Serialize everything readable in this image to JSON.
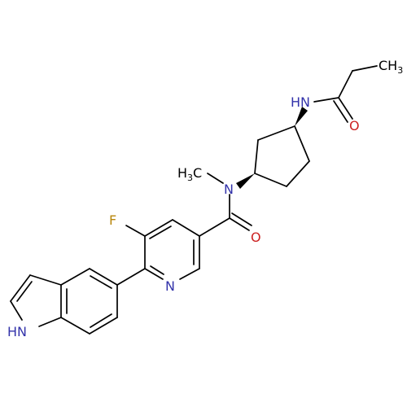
{
  "molecule": {
    "atom_labels": {
      "propyl_methyl": "CH",
      "propyl_methyl_subscript": "3",
      "amide_nh": "HN",
      "amide_o_top": "O",
      "n_methyl": "H",
      "n_methyl_subscript": "3",
      "n_methyl_c": "C",
      "amide_n": "N",
      "amide_o_mid": "O",
      "fluorine": "F",
      "pyridine_n": "N",
      "indole_nh": "HN"
    },
    "colors": {
      "carbon": "#000000",
      "nitrogen": "#3333aa",
      "oxygen": "#cc2222",
      "fluorine": "#b8860b"
    }
  }
}
